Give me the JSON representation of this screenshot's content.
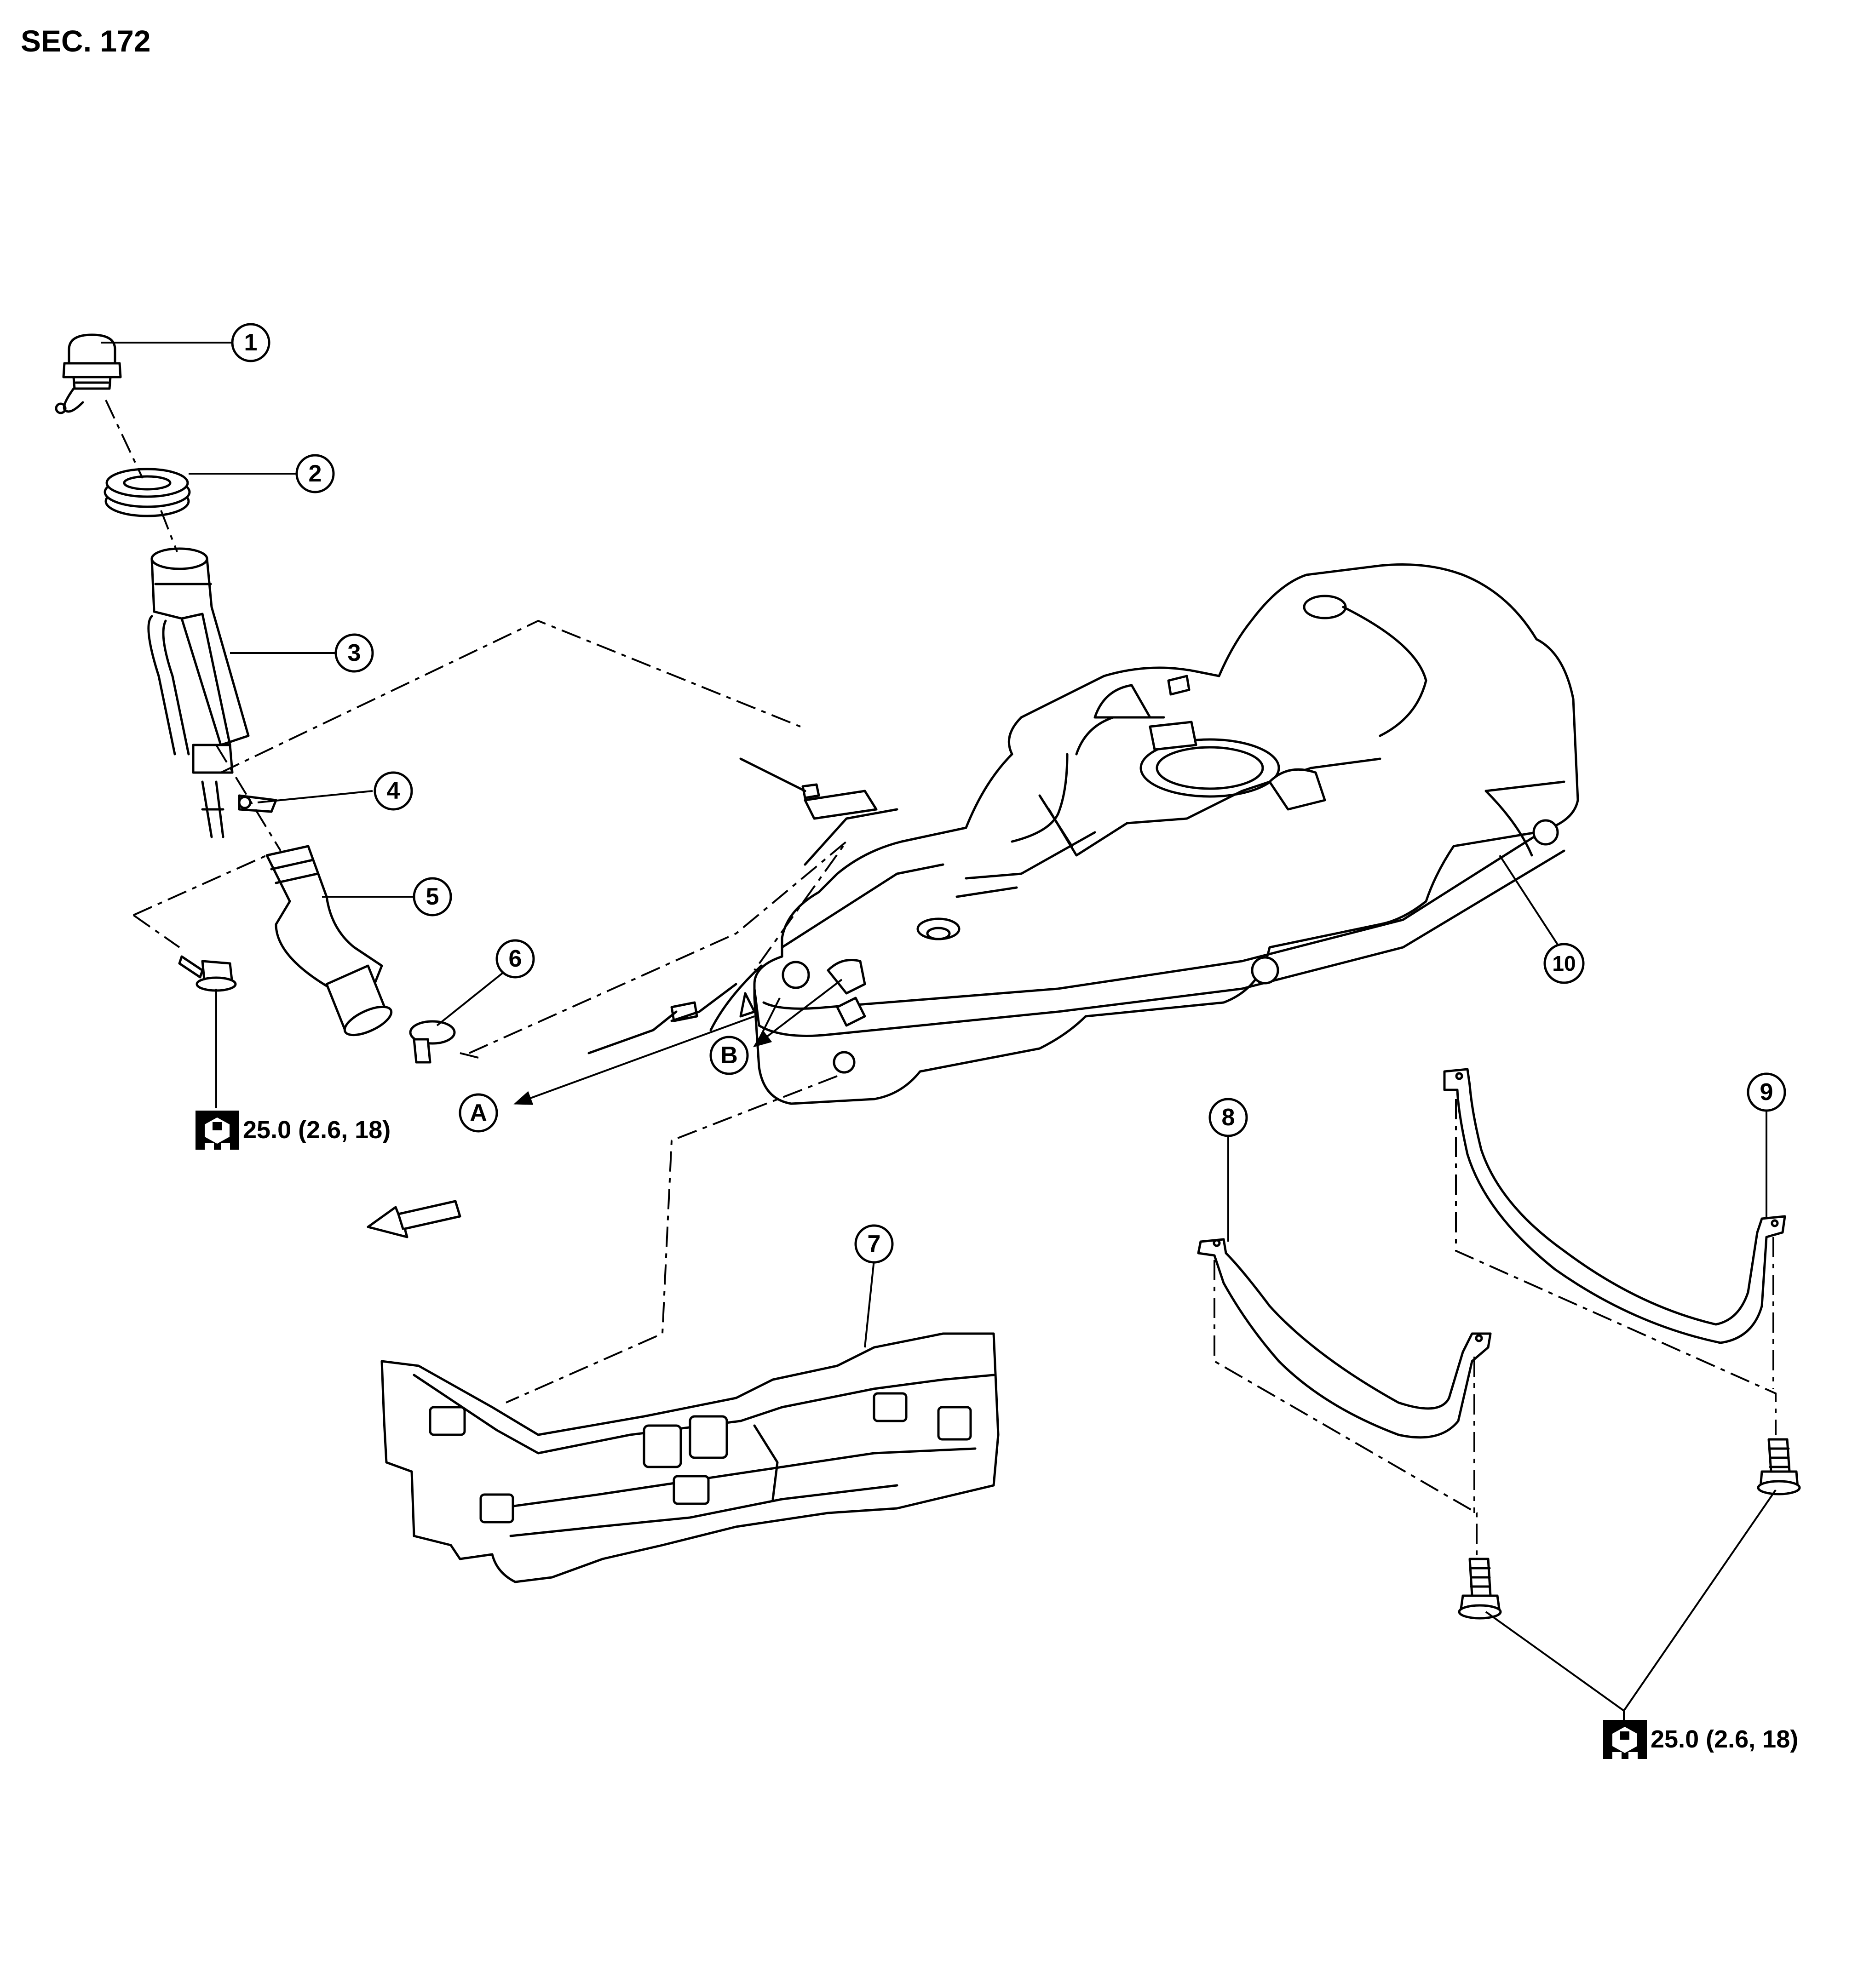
{
  "section_label": "SEC. 172",
  "callouts": [
    "1",
    "2",
    "3",
    "4",
    "5",
    "6",
    "7",
    "8",
    "9",
    "10"
  ],
  "references": [
    "A",
    "B"
  ],
  "torque_specs": {
    "left": "25.0 (2.6, 18)",
    "right": "25.0 (2.6, 18)"
  },
  "icons": {
    "torque": "torque-wrench-icon",
    "direction": "front-direction-arrow-icon"
  }
}
